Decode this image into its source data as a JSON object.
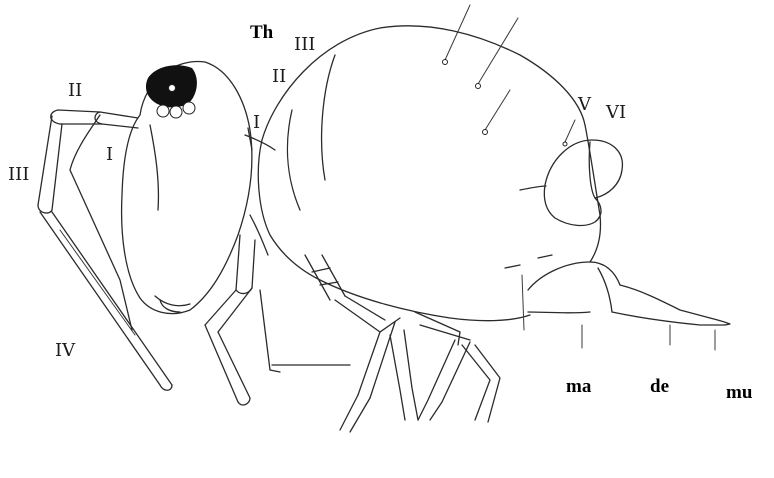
{
  "figure": {
    "labels": {
      "th": "Th",
      "thoracic_iii": "III",
      "thoracic_ii": "II",
      "thoracic_i": "I",
      "antenna_ii": "II",
      "antenna_i": "I",
      "antenna_iii": "III",
      "antenna_iv": "IV",
      "abdominal_v": "V",
      "abdominal_vi": "VI",
      "ma": "ma",
      "de": "de",
      "mu": "mu"
    }
  }
}
